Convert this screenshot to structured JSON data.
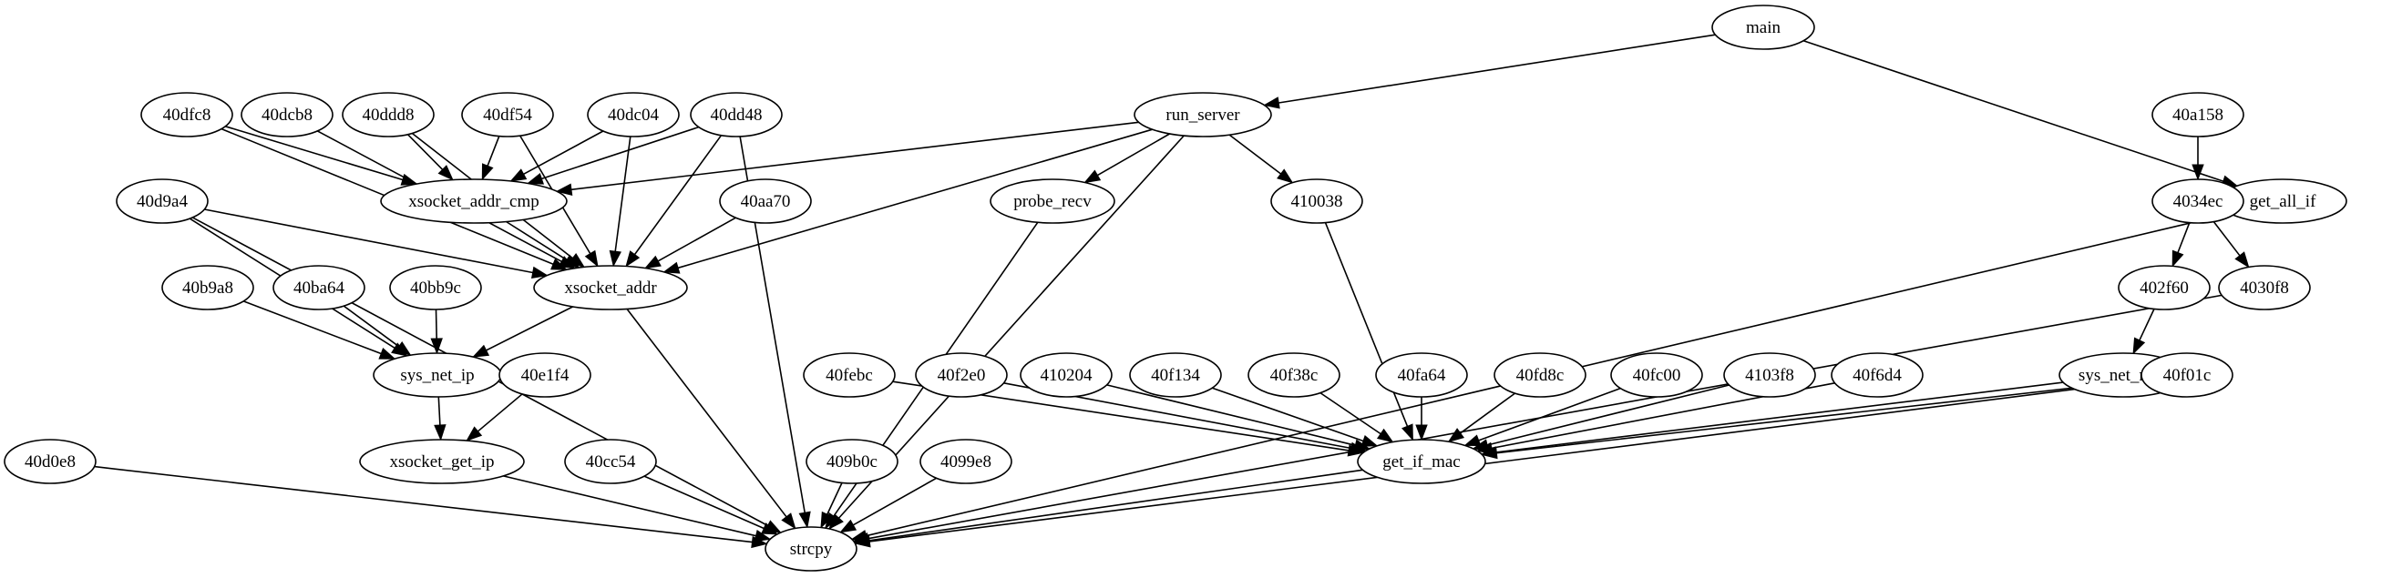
{
  "diagram": {
    "type": "call-graph",
    "nodes": [
      {
        "id": "main",
        "label": "main"
      },
      {
        "id": "run_server",
        "label": "run_server"
      },
      {
        "id": "get_all_if",
        "label": "get_all_if"
      },
      {
        "id": "40a158",
        "label": "40a158"
      },
      {
        "id": "4034ec",
        "label": "4034ec"
      },
      {
        "id": "402f60",
        "label": "402f60"
      },
      {
        "id": "4030f8",
        "label": "4030f8"
      },
      {
        "id": "sys_net_mac",
        "label": "sys_net_mac"
      },
      {
        "id": "40dfc8",
        "label": "40dfc8"
      },
      {
        "id": "40dcb8",
        "label": "40dcb8"
      },
      {
        "id": "40ddd8",
        "label": "40ddd8"
      },
      {
        "id": "40df54",
        "label": "40df54"
      },
      {
        "id": "40dc04",
        "label": "40dc04"
      },
      {
        "id": "40dd48",
        "label": "40dd48"
      },
      {
        "id": "40d9a4",
        "label": "40d9a4"
      },
      {
        "id": "40aa70",
        "label": "40aa70"
      },
      {
        "id": "xsocket_addr_cmp",
        "label": "xsocket_addr_cmp"
      },
      {
        "id": "probe_recv",
        "label": "probe_recv"
      },
      {
        "id": "410038",
        "label": "410038"
      },
      {
        "id": "xsocket_addr",
        "label": "xsocket_addr"
      },
      {
        "id": "40b9a8",
        "label": "40b9a8"
      },
      {
        "id": "40ba64",
        "label": "40ba64"
      },
      {
        "id": "40bb9c",
        "label": "40bb9c"
      },
      {
        "id": "sys_net_ip",
        "label": "sys_net_ip"
      },
      {
        "id": "40e1f4",
        "label": "40e1f4"
      },
      {
        "id": "xsocket_get_ip",
        "label": "xsocket_get_ip"
      },
      {
        "id": "40d0e8",
        "label": "40d0e8"
      },
      {
        "id": "40cc54",
        "label": "40cc54"
      },
      {
        "id": "409b0c",
        "label": "409b0c"
      },
      {
        "id": "4099e8",
        "label": "4099e8"
      },
      {
        "id": "40febc",
        "label": "40febc"
      },
      {
        "id": "40f2e0",
        "label": "40f2e0"
      },
      {
        "id": "410204",
        "label": "410204"
      },
      {
        "id": "40f134",
        "label": "40f134"
      },
      {
        "id": "40f38c",
        "label": "40f38c"
      },
      {
        "id": "40fa64",
        "label": "40fa64"
      },
      {
        "id": "40fd8c",
        "label": "40fd8c"
      },
      {
        "id": "40fc00",
        "label": "40fc00"
      },
      {
        "id": "4103f8",
        "label": "4103f8"
      },
      {
        "id": "40f6d4",
        "label": "40f6d4"
      },
      {
        "id": "40f01c",
        "label": "40f01c"
      },
      {
        "id": "get_if_mac",
        "label": "get_if_mac"
      },
      {
        "id": "strcpy",
        "label": "strcpy"
      }
    ],
    "edges": [
      [
        "main",
        "run_server"
      ],
      [
        "main",
        "get_all_if"
      ],
      [
        "run_server",
        "xsocket_addr_cmp"
      ],
      [
        "run_server",
        "xsocket_addr"
      ],
      [
        "run_server",
        "probe_recv"
      ],
      [
        "run_server",
        "410038"
      ],
      [
        "run_server",
        "strcpy"
      ],
      [
        "40a158",
        "4034ec"
      ],
      [
        "4034ec",
        "402f60"
      ],
      [
        "4034ec",
        "4030f8"
      ],
      [
        "402f60",
        "sys_net_mac"
      ],
      [
        "4030f8",
        "strcpy"
      ],
      [
        "get_all_if",
        "strcpy"
      ],
      [
        "40dfc8",
        "xsocket_addr_cmp"
      ],
      [
        "40dfc8",
        "xsocket_addr"
      ],
      [
        "40dcb8",
        "xsocket_addr"
      ],
      [
        "40ddd8",
        "xsocket_addr_cmp"
      ],
      [
        "40ddd8",
        "xsocket_addr"
      ],
      [
        "40df54",
        "xsocket_addr_cmp"
      ],
      [
        "40df54",
        "xsocket_addr"
      ],
      [
        "40dc04",
        "xsocket_addr_cmp"
      ],
      [
        "40dc04",
        "xsocket_addr"
      ],
      [
        "40dd48",
        "xsocket_addr_cmp"
      ],
      [
        "40dd48",
        "xsocket_addr"
      ],
      [
        "40dd48",
        "strcpy"
      ],
      [
        "40d9a4",
        "xsocket_addr"
      ],
      [
        "40d9a4",
        "sys_net_ip"
      ],
      [
        "40d9a4",
        "strcpy"
      ],
      [
        "40aa70",
        "xsocket_addr"
      ],
      [
        "xsocket_addr_cmp",
        "xsocket_addr"
      ],
      [
        "xsocket_addr",
        "sys_net_ip"
      ],
      [
        "xsocket_addr",
        "strcpy"
      ],
      [
        "probe_recv",
        "strcpy"
      ],
      [
        "410038",
        "get_if_mac"
      ],
      [
        "40b9a8",
        "sys_net_ip"
      ],
      [
        "40ba64",
        "sys_net_ip"
      ],
      [
        "40bb9c",
        "sys_net_ip"
      ],
      [
        "sys_net_ip",
        "xsocket_get_ip"
      ],
      [
        "40e1f4",
        "xsocket_get_ip"
      ],
      [
        "xsocket_get_ip",
        "strcpy"
      ],
      [
        "40d0e8",
        "strcpy"
      ],
      [
        "40cc54",
        "strcpy"
      ],
      [
        "409b0c",
        "strcpy"
      ],
      [
        "4099e8",
        "strcpy"
      ],
      [
        "40febc",
        "get_if_mac"
      ],
      [
        "40f2e0",
        "get_if_mac"
      ],
      [
        "410204",
        "get_if_mac"
      ],
      [
        "40f134",
        "get_if_mac"
      ],
      [
        "40f38c",
        "get_if_mac"
      ],
      [
        "40fa64",
        "get_if_mac"
      ],
      [
        "40fd8c",
        "get_if_mac"
      ],
      [
        "40fc00",
        "get_if_mac"
      ],
      [
        "4103f8",
        "get_if_mac"
      ],
      [
        "40f6d4",
        "get_if_mac"
      ],
      [
        "sys_net_mac",
        "get_if_mac"
      ],
      [
        "40f01c",
        "get_if_mac"
      ],
      [
        "40f01c",
        "strcpy"
      ],
      [
        "get_if_mac",
        "strcpy"
      ]
    ]
  }
}
